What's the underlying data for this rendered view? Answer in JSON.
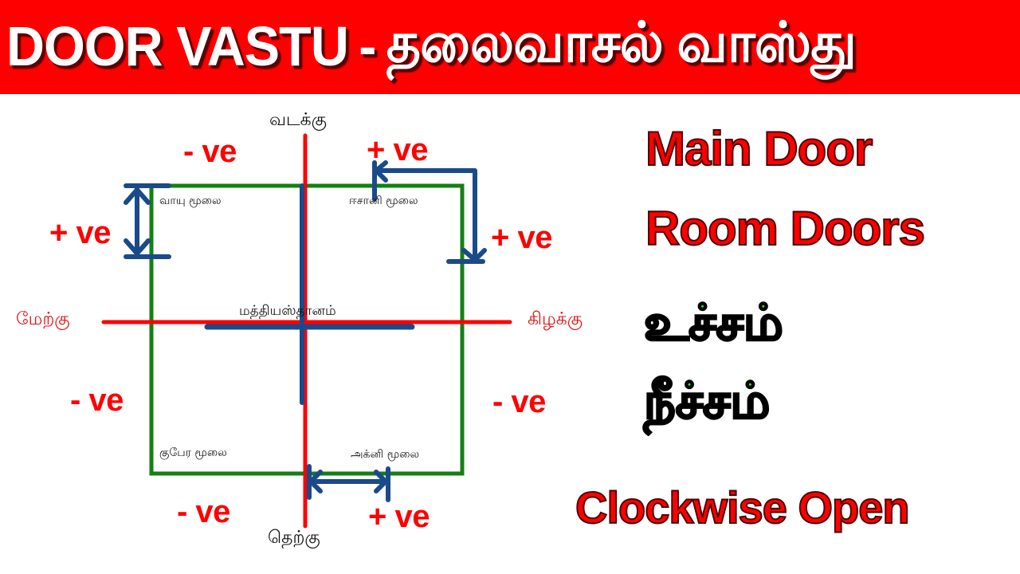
{
  "header": {
    "title_en": "DOOR VASTU",
    "separator": "-",
    "title_ta": "தலைவாசல் வாஸ்து",
    "background_color": "#FF0000",
    "text_color": "#FFFFFF"
  },
  "diagram": {
    "directions": {
      "north": "வடக்கு",
      "south": "தெற்கு",
      "west": "மேற்கு",
      "east": "கிழக்கு"
    },
    "corners": {
      "northwest": "வாயு மூலை",
      "northeast": "ஈசானி மூலை",
      "southwest": "குபேர மூலை",
      "southeast": "அக்னி மூலை"
    },
    "center": "மத்தியஸ்தானம்",
    "markers": {
      "north_left": "- ve",
      "north_right": "+ ve",
      "west_top": "+ ve",
      "east_top": "+ ve",
      "west_bottom": "- ve",
      "east_bottom": "- ve",
      "south_left": "- ve",
      "south_right": "+ ve"
    },
    "colors": {
      "box": "#138013",
      "axis": "#FF0000",
      "arrows": "#1A4A8A",
      "markers": "#FF0000"
    }
  },
  "side_panel": {
    "line1": "Main Door",
    "line2": "Room Doors",
    "line3": "உச்சம்",
    "line4": "நீச்சம்",
    "line5": "Clockwise Open",
    "red_text_color": "#FF0000",
    "green_text_color": "#22EE22"
  }
}
